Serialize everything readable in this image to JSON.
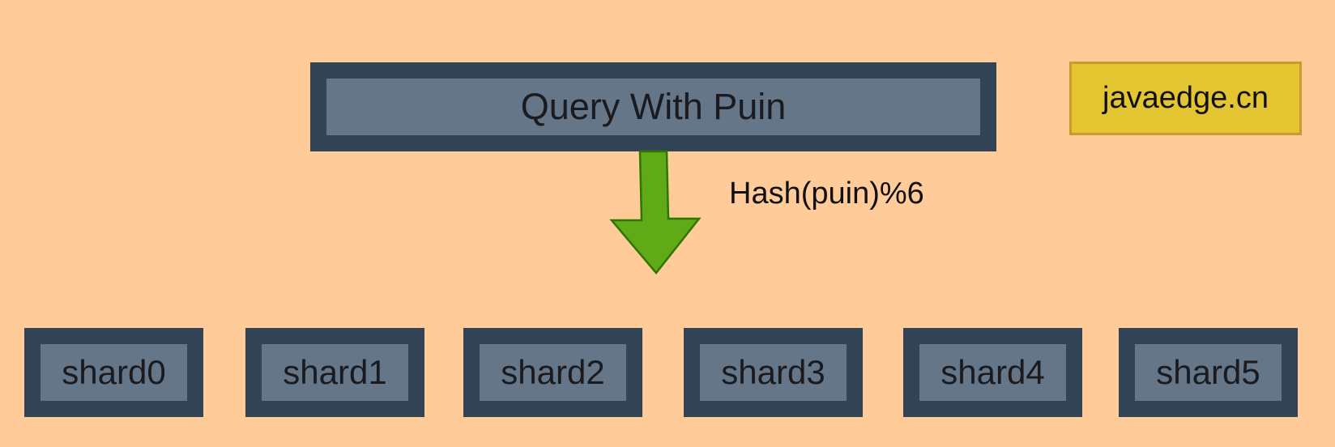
{
  "query_box": {
    "label": "Query With Puin"
  },
  "hash_label": "Hash(puin)%6",
  "watermark": "javaedge.cn",
  "shards": [
    "shard0",
    "shard1",
    "shard2",
    "shard3",
    "shard4",
    "shard5"
  ],
  "colors": {
    "background": "#FFCC99",
    "box_outer": "#314354",
    "box_inner": "#647687",
    "arrow_fill": "#60A917",
    "arrow_stroke": "#2D7600",
    "watermark_fill": "#E3C431",
    "watermark_border": "#C79C2A"
  }
}
